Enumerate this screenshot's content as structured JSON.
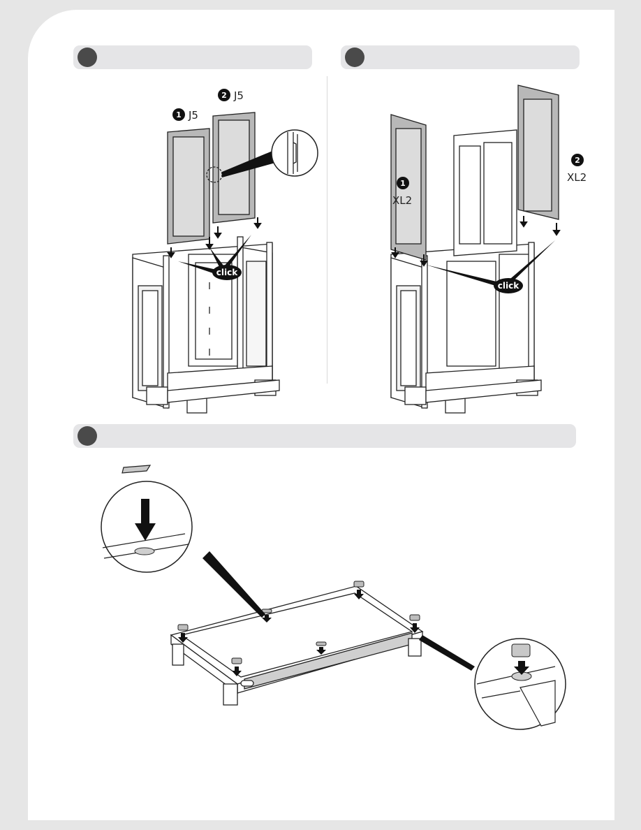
{
  "step1": {
    "panel_left": {
      "number": "1",
      "code": "J5"
    },
    "panel_right": {
      "number": "2",
      "code": "J5"
    },
    "callout": "click"
  },
  "step2": {
    "panel_left": {
      "number": "1",
      "code": "XL2"
    },
    "panel_right": {
      "number": "2",
      "code": "XL2"
    },
    "callout": "click"
  },
  "colors": {
    "panel_grey": "#b8b8b8",
    "bar_grey": "#e5e5e7",
    "step_circle": "#4a4a4a"
  }
}
